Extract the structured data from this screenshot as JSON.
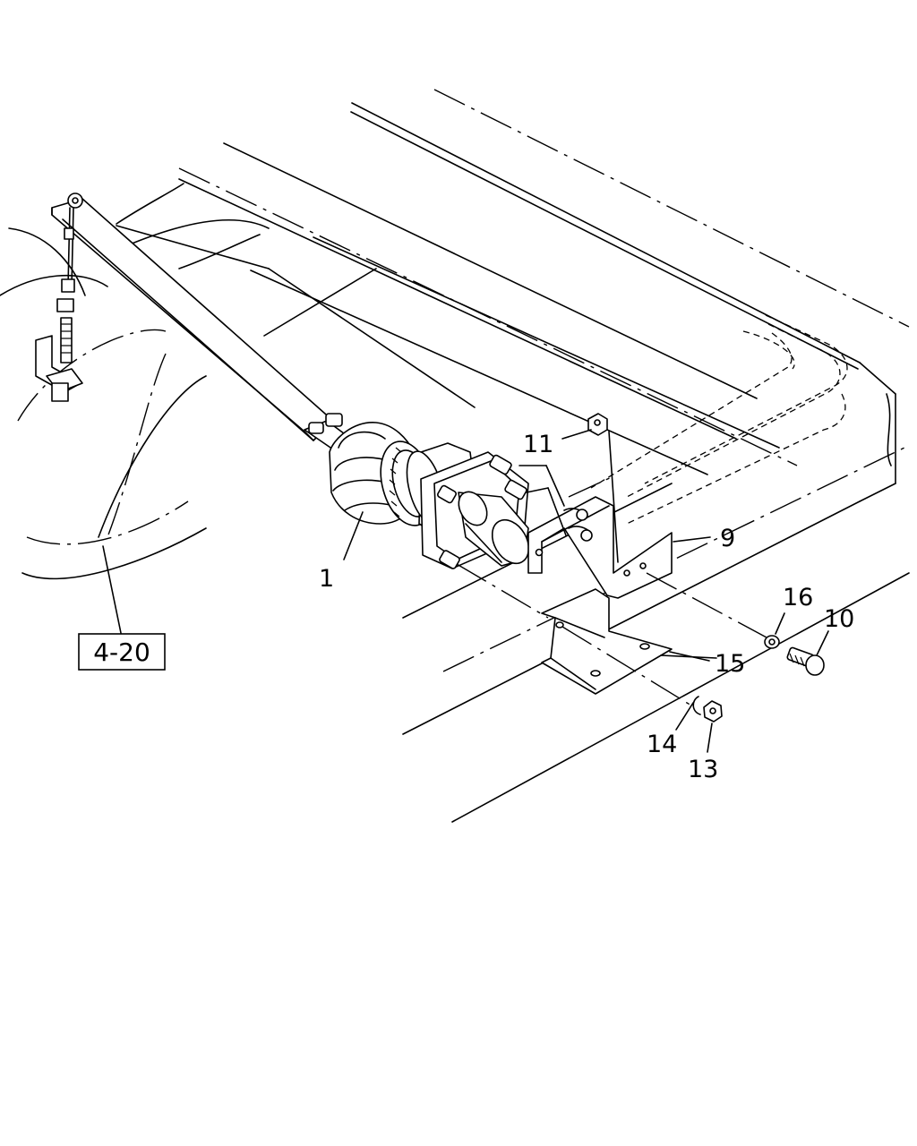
{
  "diagram": {
    "callouts": [
      {
        "id": "c1",
        "text": "1"
      },
      {
        "id": "c9",
        "text": "9"
      },
      {
        "id": "c10",
        "text": "10"
      },
      {
        "id": "c11",
        "text": "11"
      },
      {
        "id": "c13",
        "text": "13"
      },
      {
        "id": "c14",
        "text": "14"
      },
      {
        "id": "c15",
        "text": "15"
      },
      {
        "id": "c16",
        "text": "16"
      }
    ],
    "reference_box": "4-20"
  }
}
